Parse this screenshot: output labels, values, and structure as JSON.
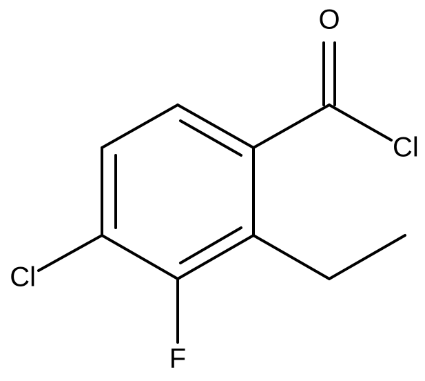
{
  "molecule": {
    "atoms": {
      "oxygen": "O",
      "acyl_chlorine": "Cl",
      "ring_chlorine": "Cl",
      "fluorine": "F"
    }
  },
  "colors": {
    "bond": "#000000",
    "label": "#000000",
    "background": "#ffffff"
  }
}
